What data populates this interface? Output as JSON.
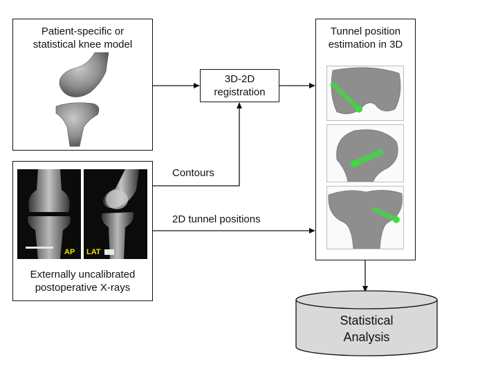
{
  "model_box": {
    "title_line1": "Patient-specific or",
    "title_line2": "statistical knee model"
  },
  "xray_box": {
    "caption_line1": "Externally uncalibrated",
    "caption_line2": "postoperative X-rays",
    "ap_tag": "AP",
    "lat_tag": "LAT"
  },
  "registration_box": {
    "line1": "3D-2D",
    "line2": "registration"
  },
  "estimation_box": {
    "title_line1": "Tunnel position",
    "title_line2": "estimation in 3D"
  },
  "analysis_db": {
    "line1": "Statistical",
    "line2": "Analysis"
  },
  "connectors": {
    "contours": "Contours",
    "tunnel_positions": "2D tunnel positions"
  },
  "colors": {
    "tunnel_green": "#3ddc3d",
    "db_fill": "#d9d9d9",
    "bone": "#9a9a9a"
  }
}
